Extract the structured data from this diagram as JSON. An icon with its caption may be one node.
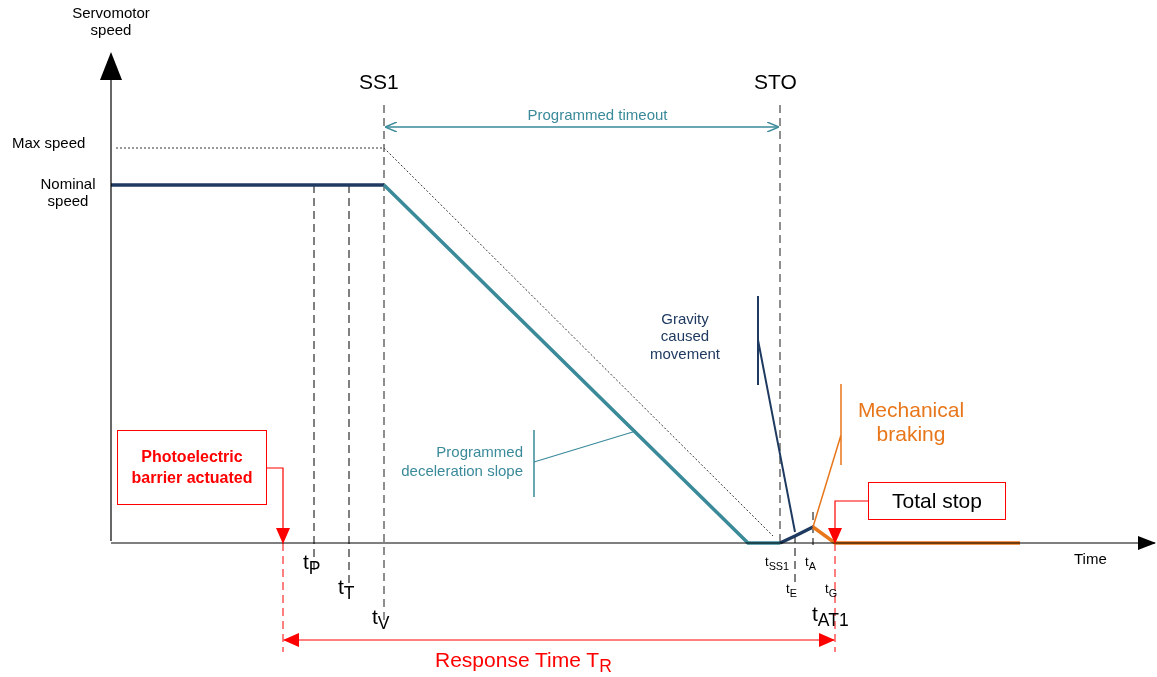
{
  "diagram": {
    "nodes": [
      {
        "text": [
          "Photoelectric barrier actuated"
        ]
      },
      {
        "text": [
          "Programmed deceleration slope"
        ]
      },
      {
        "text": [
          "Total stop"
        ]
      },
      {
        "text": [],
        "shape": "line"
      },
      {
        "text": [],
        "shape": "line"
      }
    ],
    "edges": [
      {
        "from": 0,
        "to": 3,
        "arrow": "to"
      },
      {
        "from": 1,
        "to": null,
        "arrow": "none",
        "color": "#3a8a9a"
      },
      {
        "from": 2,
        "to": 3,
        "arrow": "to"
      }
    ],
    "labels": [
      "Servomotor speed",
      "SS1",
      "STO",
      "Max speed",
      "Programmed timeout",
      "Nominal speed",
      "Gravity caused movement",
      "Mechanical braking",
      "Time",
      "t$_{P}$",
      "t$_{T}$",
      "t$_{V}$",
      "t$_{SS1}$",
      "t$_{A}$",
      "t$_{E}$",
      "t$_{G}$",
      "t$_{AT1}$",
      "Response Time T$_{R}$"
    ]
  }
}
